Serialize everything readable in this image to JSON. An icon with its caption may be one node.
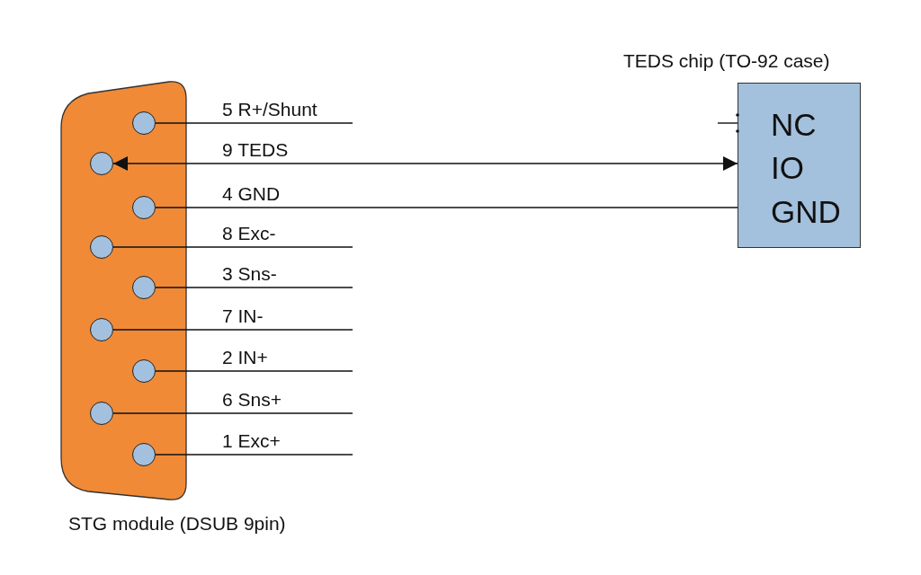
{
  "diagram": {
    "nodes": [
      {
        "text": [
          "STG module (DSUB 9pin)"
        ]
      },
      {
        "text": [],
        "shape": "circle",
        "in": 0
      },
      {
        "text": [],
        "shape": "circle",
        "in": 0
      },
      {
        "text": [],
        "shape": "circle",
        "in": 0
      },
      {
        "text": [],
        "shape": "circle",
        "in": 0
      },
      {
        "text": [],
        "shape": "circle",
        "in": 0
      },
      {
        "text": [],
        "shape": "circle",
        "in": 0
      },
      {
        "text": [],
        "shape": "circle",
        "in": 0
      },
      {
        "text": [],
        "shape": "circle",
        "in": 0
      },
      {
        "text": [],
        "shape": "circle",
        "in": 0
      },
      {
        "text": [
          "TEDS chip (TO-92 case)",
          "NC",
          "IO",
          "GND"
        ]
      }
    ],
    "edges": [
      {
        "from": 1,
        "to": null,
        "arrow": "none",
        "label": "5 R+/Shunt"
      },
      {
        "from": 2,
        "to": 10,
        "arrow": "both",
        "label": "9 TEDS"
      },
      {
        "from": 3,
        "to": 10,
        "arrow": "none",
        "label": "4 GND"
      },
      {
        "from": 4,
        "to": null,
        "arrow": "none",
        "label": "8 Exc-"
      },
      {
        "from": 5,
        "to": null,
        "arrow": "none",
        "label": "3 Sns-"
      },
      {
        "from": 6,
        "to": null,
        "arrow": "none",
        "label": "7 IN-"
      },
      {
        "from": 7,
        "to": null,
        "arrow": "none",
        "label": "2 IN+"
      },
      {
        "from": 8,
        "to": null,
        "arrow": "none",
        "label": "6 Sns+"
      },
      {
        "from": 9,
        "to": null,
        "arrow": "none",
        "label": "1 Exc+"
      },
      {
        "from": 10,
        "to": null,
        "arrow": "other"
      }
    ]
  }
}
